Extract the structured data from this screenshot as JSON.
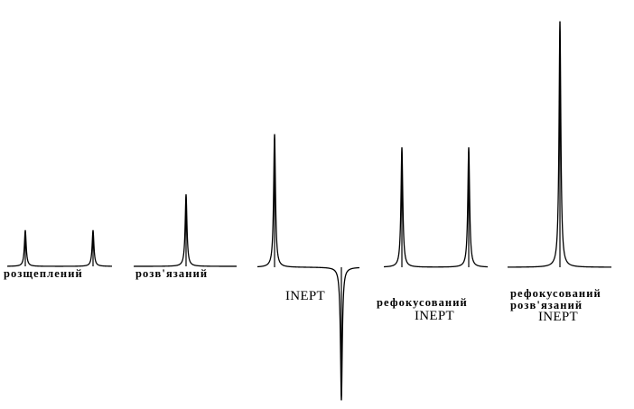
{
  "colors": {
    "ink": "#000000",
    "background": "#ffffff"
  },
  "spectra": [
    {
      "id": "split",
      "label_lines": [
        "розщеплений"
      ],
      "peaks": [
        {
          "relative_intensity": 0.27
        },
        {
          "relative_intensity": 0.27
        }
      ]
    },
    {
      "id": "decoupled",
      "label_lines": [
        "розв'язаний"
      ],
      "peaks": [
        {
          "relative_intensity": 0.54
        }
      ]
    },
    {
      "id": "inept",
      "label_lines": [
        "INEPT"
      ],
      "peaks": [
        {
          "relative_intensity": 1.0
        },
        {
          "relative_intensity": -1.0
        }
      ]
    },
    {
      "id": "refocused-inept",
      "label_lines": [
        "рефокусований",
        "INEPT"
      ],
      "peaks": [
        {
          "relative_intensity": 0.9
        },
        {
          "relative_intensity": 0.9
        }
      ]
    },
    {
      "id": "refocused-decoupled-inept",
      "label_lines": [
        "рефокусований",
        "розв'язаний",
        "INEPT"
      ],
      "peaks": [
        {
          "relative_intensity": 1.85
        }
      ]
    }
  ]
}
